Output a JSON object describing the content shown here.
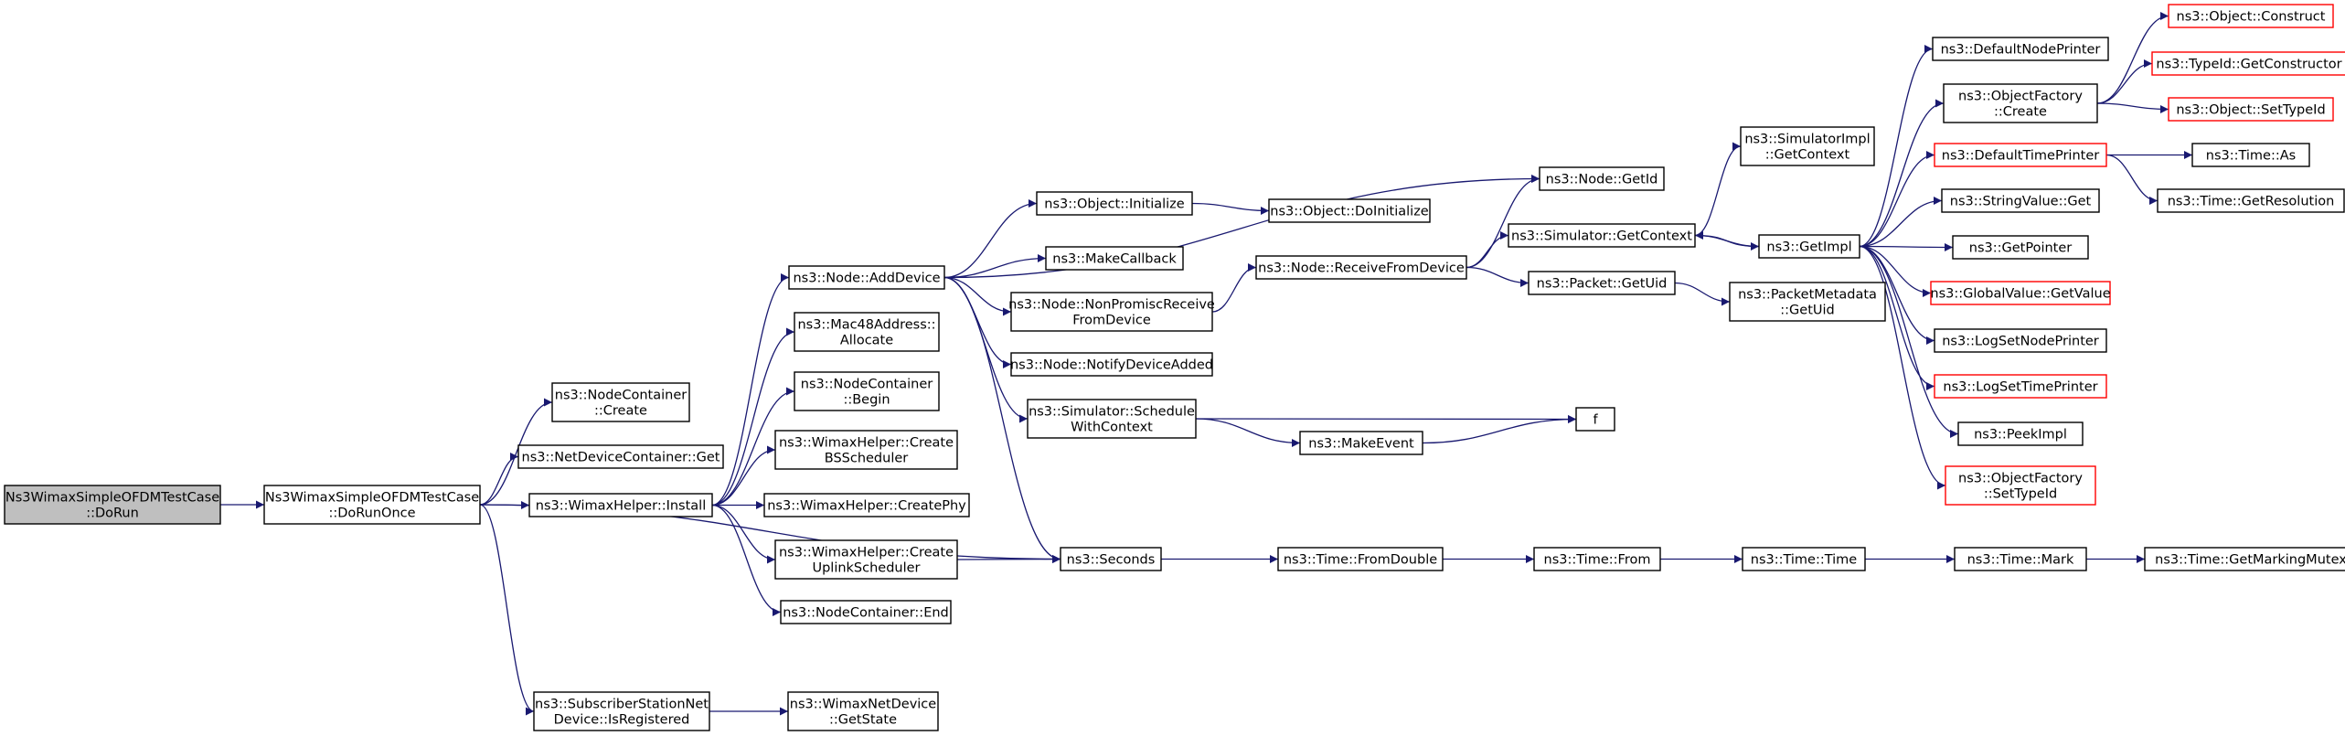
{
  "colors": {
    "edge": "#191970",
    "node_border": "#000000",
    "node_border_incomplete": "#ff0000",
    "root_fill": "#bfbfbf",
    "node_fill": "#ffffff"
  },
  "nodes": [
    {
      "id": "root",
      "lines": [
        "Ns3WimaxSimpleOFDMTestCase",
        "::DoRun"
      ],
      "style": "root"
    },
    {
      "id": "dorunonce",
      "lines": [
        "Ns3WimaxSimpleOFDMTestCase",
        "::DoRunOnce"
      ],
      "style": "normal"
    },
    {
      "id": "nc_create",
      "lines": [
        "ns3::NodeContainer",
        "::Create"
      ],
      "style": "normal"
    },
    {
      "id": "ndc_get",
      "lines": [
        "ns3::NetDeviceContainer::Get"
      ],
      "style": "normal"
    },
    {
      "id": "wh_install",
      "lines": [
        "ns3::WimaxHelper::Install"
      ],
      "style": "normal"
    },
    {
      "id": "ssnd_isreg",
      "lines": [
        "ns3::SubscriberStationNet",
        "Device::IsRegistered"
      ],
      "style": "normal"
    },
    {
      "id": "node_adddevice",
      "lines": [
        "ns3::Node::AddDevice"
      ],
      "style": "normal"
    },
    {
      "id": "mac48_alloc",
      "lines": [
        "ns3::Mac48Address::",
        "Allocate"
      ],
      "style": "normal"
    },
    {
      "id": "nc_begin",
      "lines": [
        "ns3::NodeContainer",
        "::Begin"
      ],
      "style": "normal"
    },
    {
      "id": "wh_createbss",
      "lines": [
        "ns3::WimaxHelper::Create",
        "BSScheduler"
      ],
      "style": "normal"
    },
    {
      "id": "wh_createphy",
      "lines": [
        "ns3::WimaxHelper::CreatePhy"
      ],
      "style": "normal"
    },
    {
      "id": "wh_createul",
      "lines": [
        "ns3::WimaxHelper::Create",
        "UplinkScheduler"
      ],
      "style": "normal"
    },
    {
      "id": "nc_end",
      "lines": [
        "ns3::NodeContainer::End"
      ],
      "style": "normal"
    },
    {
      "id": "wnd_getstate",
      "lines": [
        "ns3::WimaxNetDevice",
        "::GetState"
      ],
      "style": "normal"
    },
    {
      "id": "obj_init",
      "lines": [
        "ns3::Object::Initialize"
      ],
      "style": "normal"
    },
    {
      "id": "makecallback",
      "lines": [
        "ns3::MakeCallback"
      ],
      "style": "normal"
    },
    {
      "id": "node_nonprom",
      "lines": [
        "ns3::Node::NonPromiscReceive",
        "FromDevice"
      ],
      "style": "normal"
    },
    {
      "id": "node_notify",
      "lines": [
        "ns3::Node::NotifyDeviceAdded"
      ],
      "style": "normal"
    },
    {
      "id": "sim_schedctx",
      "lines": [
        "ns3::Simulator::Schedule",
        "WithContext"
      ],
      "style": "normal"
    },
    {
      "id": "seconds",
      "lines": [
        "ns3::Seconds"
      ],
      "style": "normal"
    },
    {
      "id": "obj_doinit",
      "lines": [
        "ns3::Object::DoInitialize"
      ],
      "style": "normal"
    },
    {
      "id": "node_recv",
      "lines": [
        "ns3::Node::ReceiveFromDevice"
      ],
      "style": "normal"
    },
    {
      "id": "makeevent",
      "lines": [
        "ns3::MakeEvent"
      ],
      "style": "normal"
    },
    {
      "id": "time_fromdouble",
      "lines": [
        "ns3::Time::FromDouble"
      ],
      "style": "normal"
    },
    {
      "id": "node_getid",
      "lines": [
        "ns3::Node::GetId"
      ],
      "style": "normal"
    },
    {
      "id": "sim_getctx",
      "lines": [
        "ns3::Simulator::GetContext"
      ],
      "style": "normal"
    },
    {
      "id": "packet_getuid",
      "lines": [
        "ns3::Packet::GetUid"
      ],
      "style": "normal"
    },
    {
      "id": "f",
      "lines": [
        "f"
      ],
      "style": "normal"
    },
    {
      "id": "time_from",
      "lines": [
        "ns3::Time::From"
      ],
      "style": "normal"
    },
    {
      "id": "simimpl_getctx",
      "lines": [
        "ns3::SimulatorImpl",
        "::GetContext"
      ],
      "style": "normal"
    },
    {
      "id": "getimpl",
      "lines": [
        "ns3::GetImpl"
      ],
      "style": "normal"
    },
    {
      "id": "pktmeta_getuid",
      "lines": [
        "ns3::PacketMetadata",
        "::GetUid"
      ],
      "style": "normal"
    },
    {
      "id": "time_time",
      "lines": [
        "ns3::Time::Time"
      ],
      "style": "normal"
    },
    {
      "id": "defnodeprinter",
      "lines": [
        "ns3::DefaultNodePrinter"
      ],
      "style": "normal"
    },
    {
      "id": "objfactory_create",
      "lines": [
        "ns3::ObjectFactory",
        "::Create"
      ],
      "style": "normal"
    },
    {
      "id": "deftimeprinter",
      "lines": [
        "ns3::DefaultTimePrinter"
      ],
      "style": "incomplete"
    },
    {
      "id": "stringvalue_get",
      "lines": [
        "ns3::StringValue::Get"
      ],
      "style": "normal"
    },
    {
      "id": "getpointer",
      "lines": [
        "ns3::GetPointer"
      ],
      "style": "normal"
    },
    {
      "id": "globalvalue_get",
      "lines": [
        "ns3::GlobalValue::GetValue"
      ],
      "style": "incomplete"
    },
    {
      "id": "logsetnodeprinter",
      "lines": [
        "ns3::LogSetNodePrinter"
      ],
      "style": "normal"
    },
    {
      "id": "logsettimeprinter",
      "lines": [
        "ns3::LogSetTimePrinter"
      ],
      "style": "incomplete"
    },
    {
      "id": "peekimpl",
      "lines": [
        "ns3::PeekImpl"
      ],
      "style": "normal"
    },
    {
      "id": "objfactory_settypeid",
      "lines": [
        "ns3::ObjectFactory",
        "::SetTypeId"
      ],
      "style": "incomplete"
    },
    {
      "id": "time_mark",
      "lines": [
        "ns3::Time::Mark"
      ],
      "style": "normal"
    },
    {
      "id": "obj_construct",
      "lines": [
        "ns3::Object::Construct"
      ],
      "style": "incomplete"
    },
    {
      "id": "typeid_getctor",
      "lines": [
        "ns3::TypeId::GetConstructor"
      ],
      "style": "incomplete"
    },
    {
      "id": "obj_settypeid",
      "lines": [
        "ns3::Object::SetTypeId"
      ],
      "style": "incomplete"
    },
    {
      "id": "time_as",
      "lines": [
        "ns3::Time::As"
      ],
      "style": "normal"
    },
    {
      "id": "time_getres",
      "lines": [
        "ns3::Time::GetResolution"
      ],
      "style": "normal"
    },
    {
      "id": "time_getmarkmutex",
      "lines": [
        "ns3::Time::GetMarkingMutex"
      ],
      "style": "normal"
    }
  ],
  "edges": [
    [
      "root",
      "dorunonce"
    ],
    [
      "dorunonce",
      "nc_create"
    ],
    [
      "dorunonce",
      "ndc_get"
    ],
    [
      "dorunonce",
      "wh_install"
    ],
    [
      "dorunonce",
      "seconds"
    ],
    [
      "dorunonce",
      "ssnd_isreg"
    ],
    [
      "wh_install",
      "node_adddevice"
    ],
    [
      "wh_install",
      "mac48_alloc"
    ],
    [
      "wh_install",
      "nc_begin"
    ],
    [
      "wh_install",
      "wh_createbss"
    ],
    [
      "wh_install",
      "wh_createphy"
    ],
    [
      "wh_install",
      "wh_createul"
    ],
    [
      "wh_install",
      "nc_end"
    ],
    [
      "ssnd_isreg",
      "wnd_getstate"
    ],
    [
      "node_adddevice",
      "node_getid"
    ],
    [
      "node_adddevice",
      "obj_init"
    ],
    [
      "node_adddevice",
      "makecallback"
    ],
    [
      "node_adddevice",
      "node_nonprom"
    ],
    [
      "node_adddevice",
      "node_notify"
    ],
    [
      "node_adddevice",
      "sim_schedctx"
    ],
    [
      "node_adddevice",
      "seconds"
    ],
    [
      "wh_createul",
      "seconds"
    ],
    [
      "obj_init",
      "obj_doinit"
    ],
    [
      "node_nonprom",
      "node_recv"
    ],
    [
      "sim_schedctx",
      "f"
    ],
    [
      "sim_schedctx",
      "makeevent"
    ],
    [
      "makeevent",
      "f"
    ],
    [
      "seconds",
      "time_fromdouble"
    ],
    [
      "node_recv",
      "node_getid"
    ],
    [
      "node_recv",
      "sim_getctx"
    ],
    [
      "node_recv",
      "packet_getuid"
    ],
    [
      "time_fromdouble",
      "time_from"
    ],
    [
      "sim_getctx",
      "simimpl_getctx"
    ],
    [
      "sim_getctx",
      "getimpl"
    ],
    [
      "packet_getuid",
      "pktmeta_getuid"
    ],
    [
      "time_from",
      "time_time"
    ],
    [
      "time_time",
      "time_mark"
    ],
    [
      "time_mark",
      "time_getmarkmutex"
    ],
    [
      "getimpl",
      "sim_getctx"
    ],
    [
      "getimpl",
      "defnodeprinter"
    ],
    [
      "getimpl",
      "objfactory_create"
    ],
    [
      "getimpl",
      "deftimeprinter"
    ],
    [
      "getimpl",
      "stringvalue_get"
    ],
    [
      "getimpl",
      "getpointer"
    ],
    [
      "getimpl",
      "globalvalue_get"
    ],
    [
      "getimpl",
      "logsetnodeprinter"
    ],
    [
      "getimpl",
      "logsettimeprinter"
    ],
    [
      "getimpl",
      "peekimpl"
    ],
    [
      "getimpl",
      "objfactory_settypeid"
    ],
    [
      "objfactory_create",
      "obj_construct"
    ],
    [
      "objfactory_create",
      "typeid_getctor"
    ],
    [
      "objfactory_create",
      "obj_settypeid"
    ],
    [
      "deftimeprinter",
      "time_as"
    ],
    [
      "deftimeprinter",
      "time_getres"
    ]
  ]
}
